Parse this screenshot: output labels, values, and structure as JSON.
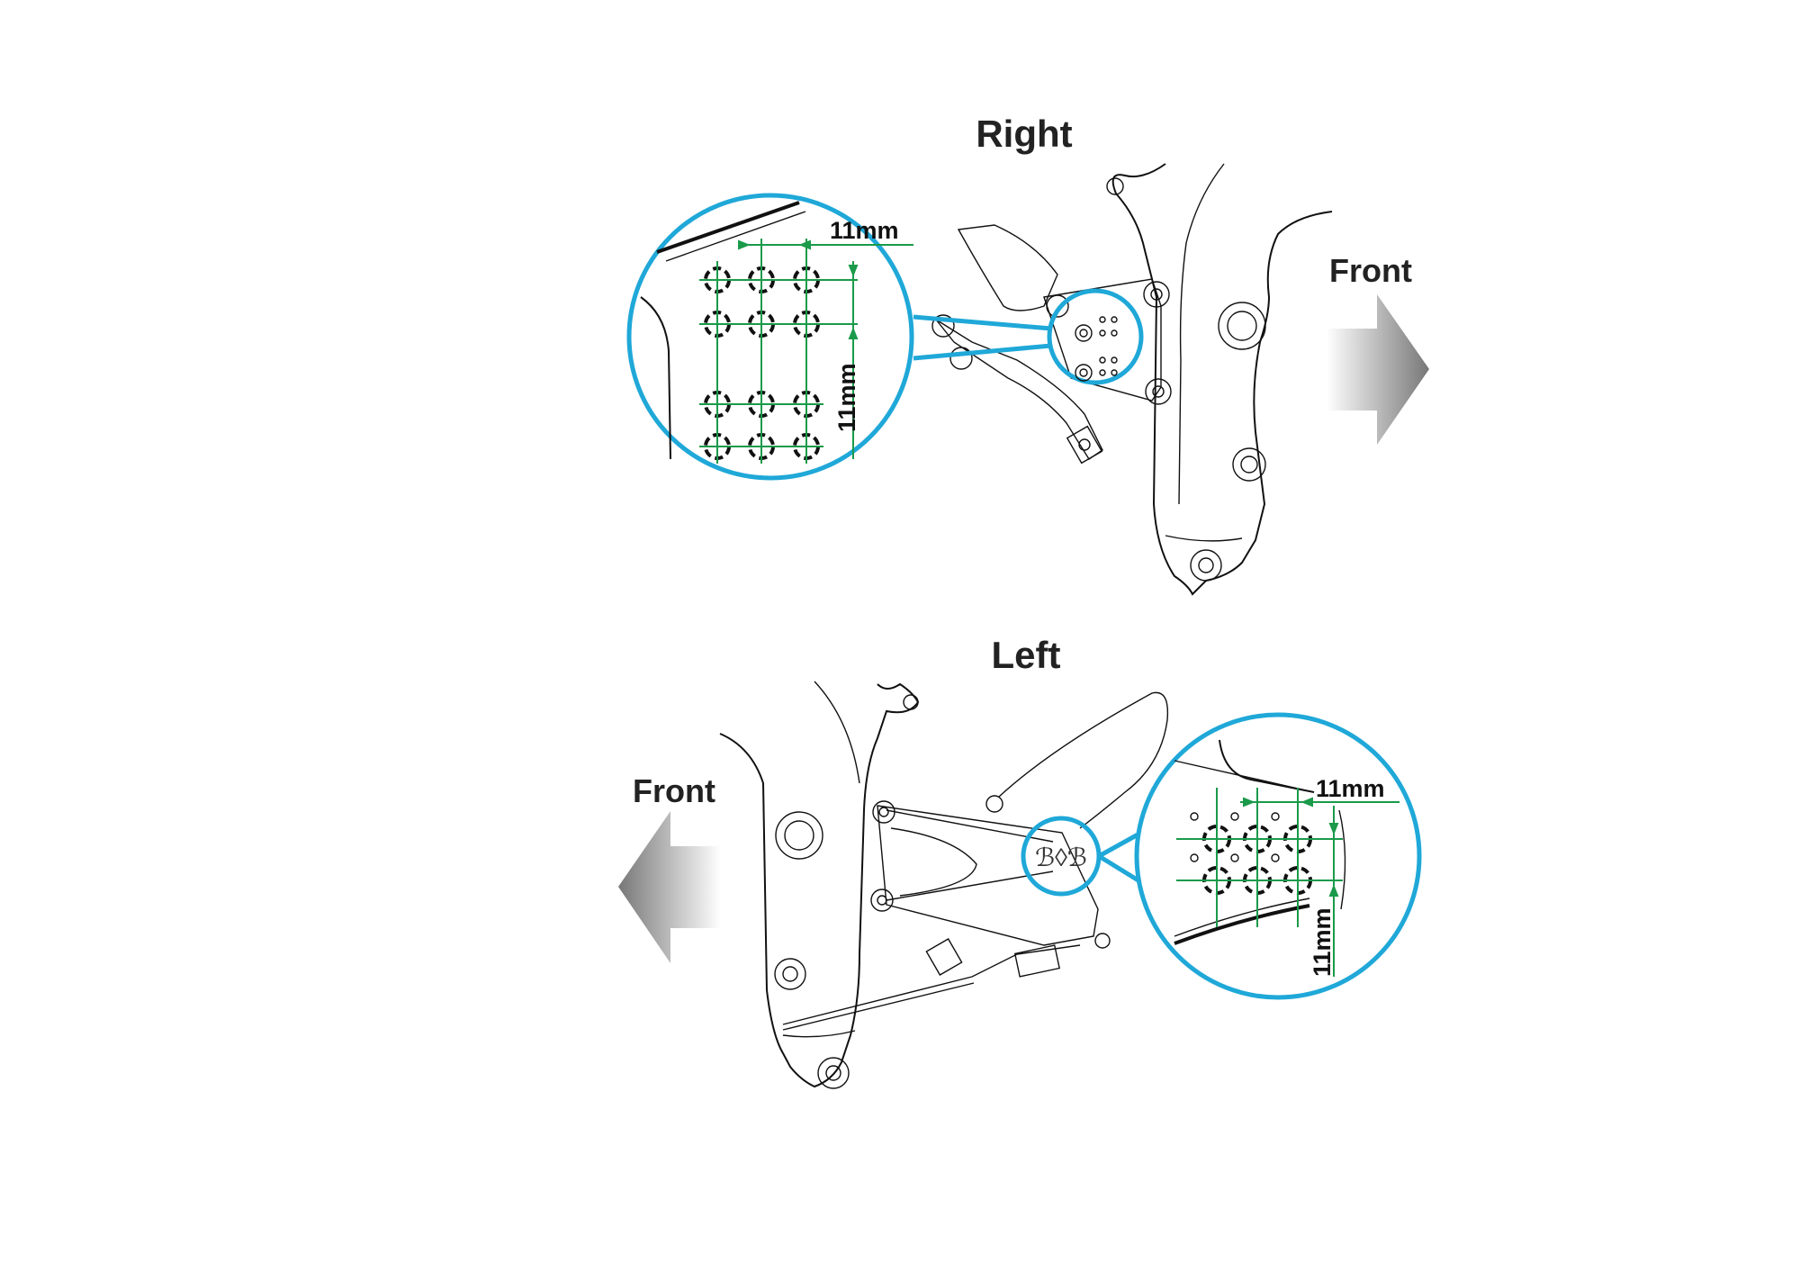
{
  "right_view": {
    "title": "Right",
    "direction_label": "Front",
    "horizontal_spacing": "11mm",
    "vertical_spacing": "11mm"
  },
  "left_view": {
    "title": "Left",
    "direction_label": "Front",
    "horizontal_spacing": "11mm",
    "vertical_spacing": "11mm"
  },
  "colors": {
    "callout": "#1fa8d8",
    "dimension": "#1a9a4a",
    "arrow": "#8a8a8a"
  }
}
